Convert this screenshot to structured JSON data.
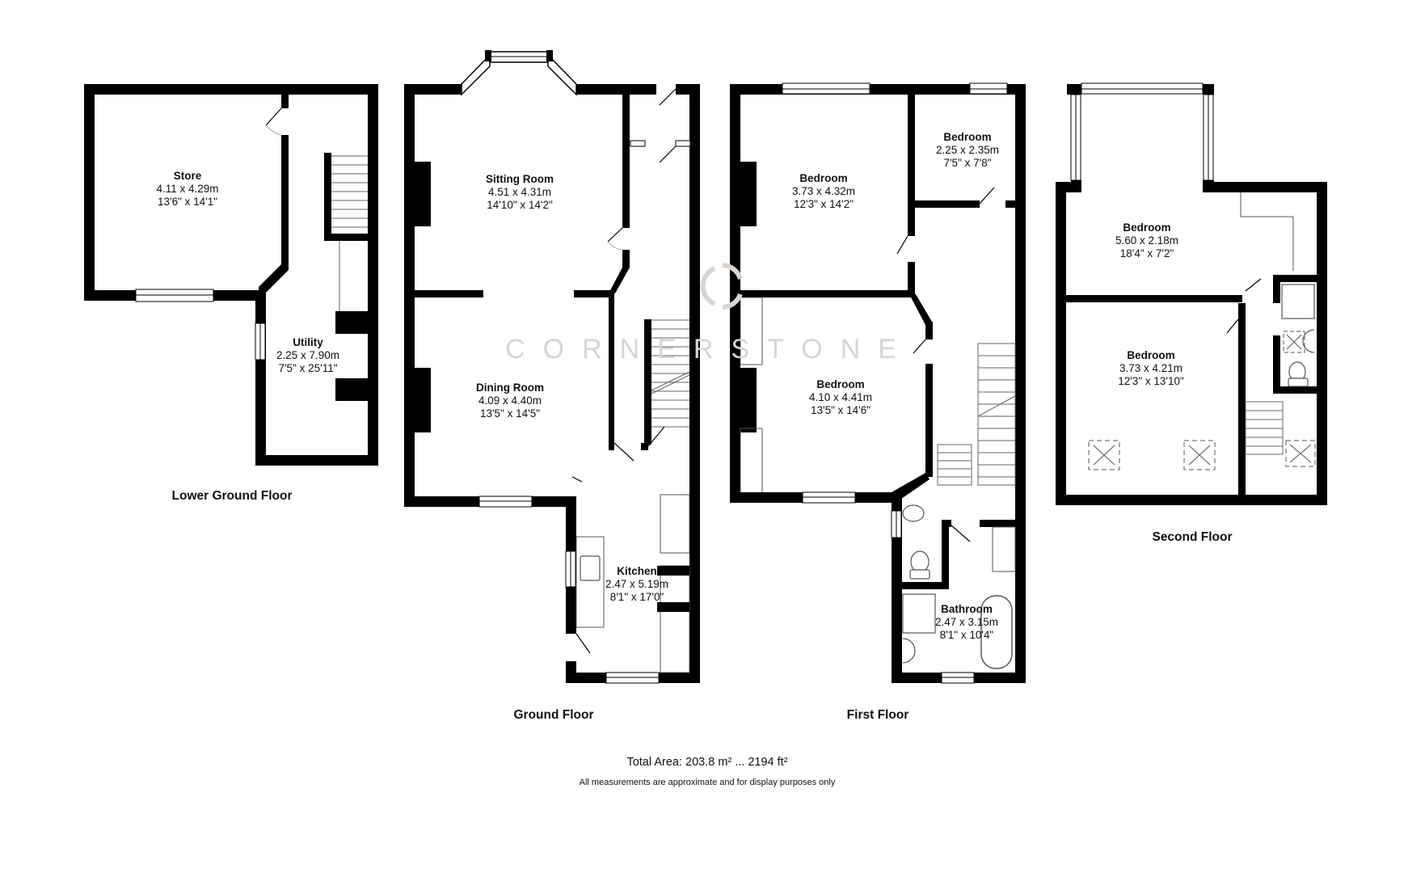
{
  "brand": {
    "watermark_text": "CORNERSTONE",
    "watermark_color": "#d9d4d0"
  },
  "floors": [
    {
      "title": "Lower Ground Floor",
      "rooms": [
        {
          "name": "Store",
          "metric": "4.11 x 4.29m",
          "imperial": "13'6\" x 14'1\""
        },
        {
          "name": "Utility",
          "metric": "2.25 x 7.90m",
          "imperial": "7'5\" x 25'11\""
        }
      ]
    },
    {
      "title": "Ground Floor",
      "rooms": [
        {
          "name": "Sitting Room",
          "metric": "4.51 x 4.31m",
          "imperial": "14'10\" x 14'2\""
        },
        {
          "name": "Dining Room",
          "metric": "4.09 x 4.40m",
          "imperial": "13'5\" x 14'5\""
        },
        {
          "name": "Kitchen",
          "metric": "2.47 x 5.19m",
          "imperial": "8'1\" x 17'0\""
        }
      ]
    },
    {
      "title": "First Floor",
      "rooms": [
        {
          "name": "Bedroom",
          "metric": "3.73 x 4.32m",
          "imperial": "12'3\" x 14'2\""
        },
        {
          "name": "Bedroom",
          "metric": "2.25 x 2.35m",
          "imperial": "7'5\" x 7'8\""
        },
        {
          "name": "Bedroom",
          "metric": "4.10 x 4.41m",
          "imperial": "13'5\" x 14'6\""
        },
        {
          "name": "Bathroom",
          "metric": "2.47 x 3.15m",
          "imperial": "8'1\" x 10'4\""
        }
      ]
    },
    {
      "title": "Second Floor",
      "rooms": [
        {
          "name": "Bedroom",
          "metric": "5.60 x 2.18m",
          "imperial": "18'4\" x 7'2\""
        },
        {
          "name": "Bedroom",
          "metric": "3.73 x 4.21m",
          "imperial": "12'3\" x 13'10\""
        }
      ]
    }
  ],
  "footer": {
    "total_area": "Total Area: 203.8 m² ... 2194 ft²",
    "disclaimer": "All measurements are approximate and for display purposes only"
  },
  "colors": {
    "wall": "#000000",
    "fixture_line": "#555555",
    "door_arc": "#aaaaaa",
    "background": "#ffffff"
  }
}
